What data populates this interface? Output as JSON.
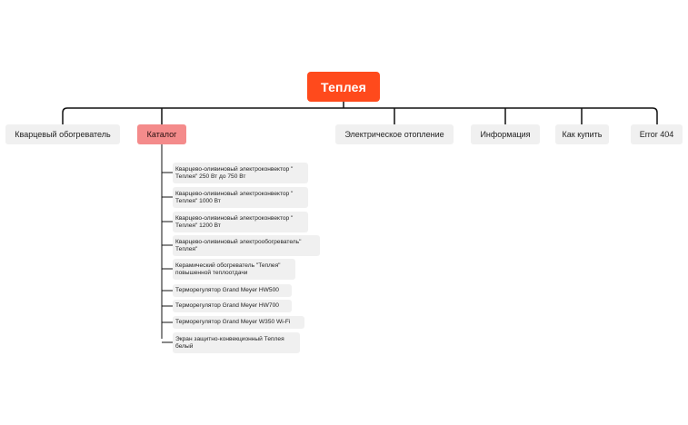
{
  "root": {
    "label": "Теплея"
  },
  "branches": [
    {
      "label": "Кварцевый обогреватель"
    },
    {
      "label": "Каталог"
    },
    {
      "label": "Электрическое отопление"
    },
    {
      "label": "Информация"
    },
    {
      "label": "Как купить"
    },
    {
      "label": "Error 404"
    }
  ],
  "catalog_items": [
    {
      "lines": [
        "Кварцево-оливиновый электроконвектор \"",
        "Теплея\" 250 Вт до 750 Вт"
      ]
    },
    {
      "lines": [
        "Кварцево-оливиновый электроконвектор \"",
        "Теплея\" 1000 Вт"
      ]
    },
    {
      "lines": [
        "Кварцево-оливиновый электроконвектор \"",
        "Теплея\" 1200 Вт"
      ]
    },
    {
      "lines": [
        "Кварцево-оливиновый электрообогреватель\"",
        "Теплея\""
      ]
    },
    {
      "lines": [
        "Керамический обогреватель \"Теплея\"",
        "повышенной теплоотдачи"
      ]
    },
    {
      "lines": [
        "Терморегулятор Grand Meyer HW500"
      ]
    },
    {
      "lines": [
        "Терморегулятор Grand Meyer HW700"
      ]
    },
    {
      "lines": [
        "Терморегулятор Grand Meyer W350 Wi-Fi"
      ]
    },
    {
      "lines": [
        "Экран защитно-конвекционный Теплея",
        "белый"
      ]
    }
  ],
  "colors": {
    "root_fill": "#ff4a1c",
    "active_branch_fill": "#f48b8b",
    "node_fill": "#f0f0f0",
    "connector": "#111111"
  }
}
